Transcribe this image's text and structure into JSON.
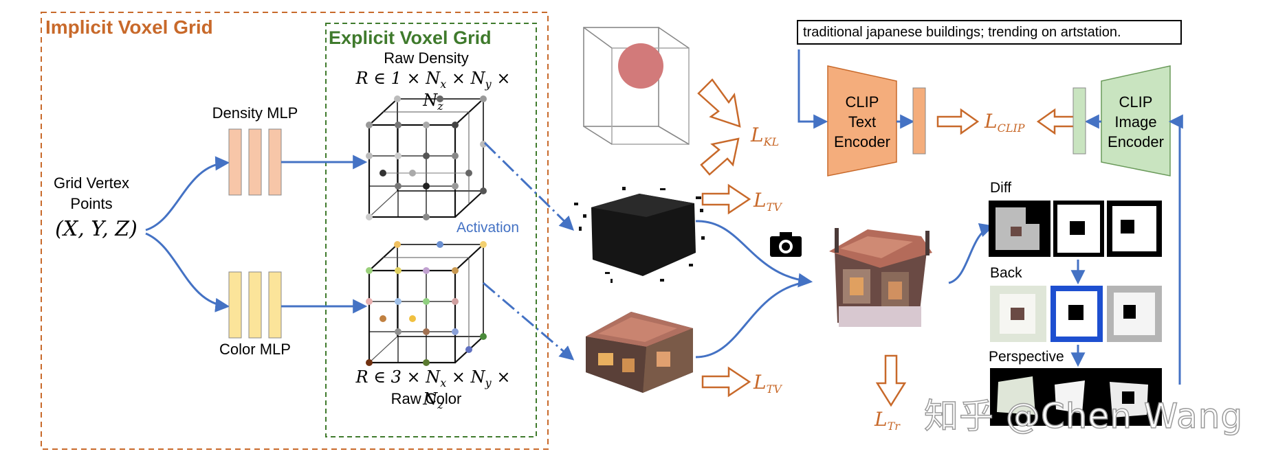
{
  "implicit_grid": {
    "title": "Implicit Voxel Grid"
  },
  "explicit_grid": {
    "title": "Explicit Voxel Grid",
    "raw_density": "Raw Density",
    "density_formula": "R ∈ 1 × N",
    "raw_color": "Raw Color",
    "color_formula": "R ∈ 3 × N"
  },
  "inputs": {
    "grid_vertex_line1": "Grid Vertex",
    "grid_vertex_line2": "Points",
    "coords": "(X, Y, Z)"
  },
  "mlps": {
    "density": "Density MLP",
    "color": "Color MLP"
  },
  "activation": "Activation",
  "losses": {
    "kl": "L",
    "kl_sub": "KL",
    "tv": "L",
    "tv_sub": "TV",
    "clip": "L",
    "clip_sub": "CLIP",
    "tr": "L",
    "tr_sub": "Tr"
  },
  "prompt": "traditional japanese buildings; trending on artstation.",
  "clip_text_encoder": [
    "CLIP",
    "Text",
    "Encoder"
  ],
  "clip_image_encoder": [
    "CLIP",
    "Image",
    "Encoder"
  ],
  "augment_labels": {
    "diff": "Diff",
    "back": "Back",
    "perspective": "Perspective"
  },
  "watermark": "知乎 @Chen Wang",
  "colors": {
    "orange": "#c8692a",
    "dashed_green": "#3f7a2c",
    "blue_arrow": "#4472c4",
    "density_mlp": "#f7c6a8",
    "color_mlp": "#fbe49a",
    "text_encoder": "#f4ad7c",
    "image_encoder": "#c9e4c0",
    "sphere": "#d27a7a"
  }
}
